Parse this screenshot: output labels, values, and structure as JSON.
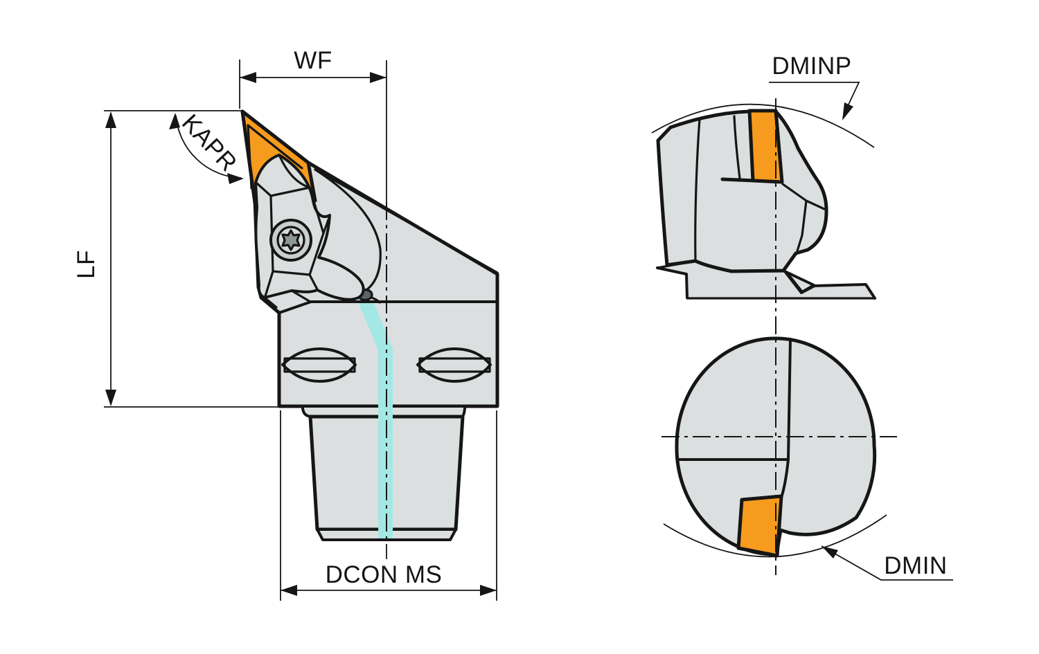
{
  "labels": {
    "wf": "WF",
    "lf": "LF",
    "kapr": "KAPR",
    "dcon_ms": "DCON MS",
    "dminp": "DMINP",
    "dmin": "DMIN"
  },
  "colors": {
    "background": "#ffffff",
    "outline": "#161616",
    "body": "#dcdfdf",
    "insert": "#f79b1e",
    "coolant": "#a3e8e5",
    "screw_ring": "#c9cfce",
    "screw_disc": "#d6dada",
    "screw_star": "#8d9796",
    "coolant_dot": "#5c6465",
    "none": "none"
  }
}
